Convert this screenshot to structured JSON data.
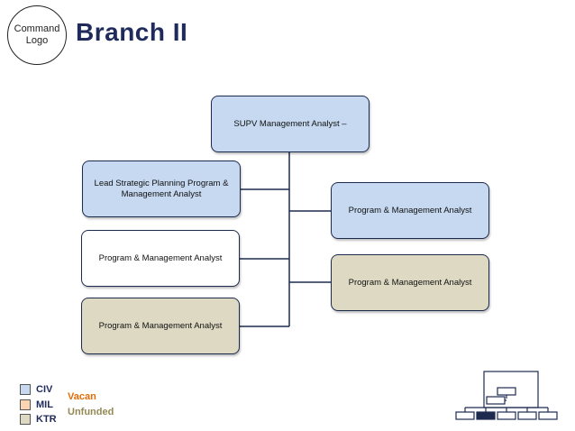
{
  "header": {
    "logo_text": "Command\nLogo",
    "title": "Branch II"
  },
  "org": {
    "root": "SUPV Management Analyst –",
    "left": [
      {
        "label": "Lead Strategic Planning Program & Management Analyst",
        "type": "CIV"
      },
      {
        "label": "Program & Management Analyst",
        "type": "VACANT"
      },
      {
        "label": "Program & Management Analyst",
        "type": "KTR"
      }
    ],
    "right": [
      {
        "label": "Program & Management Analyst",
        "type": "CIV"
      },
      {
        "label": "Program & Management Analyst",
        "type": "KTR"
      }
    ]
  },
  "legend": {
    "civ": "CIV",
    "mil": "MIL",
    "ktr": "KTR",
    "vacant": "Vacan",
    "unfunded": "Unfunded"
  },
  "colors": {
    "civ": "#c6d9f1",
    "mil": "#fbd4b4",
    "ktr": "#ddd9c3",
    "vacant_text": "#e36c09",
    "unfunded_text": "#938953",
    "title": "#1f2b5b"
  },
  "icons": {
    "mini_org_chart": "org-chart-icon"
  }
}
